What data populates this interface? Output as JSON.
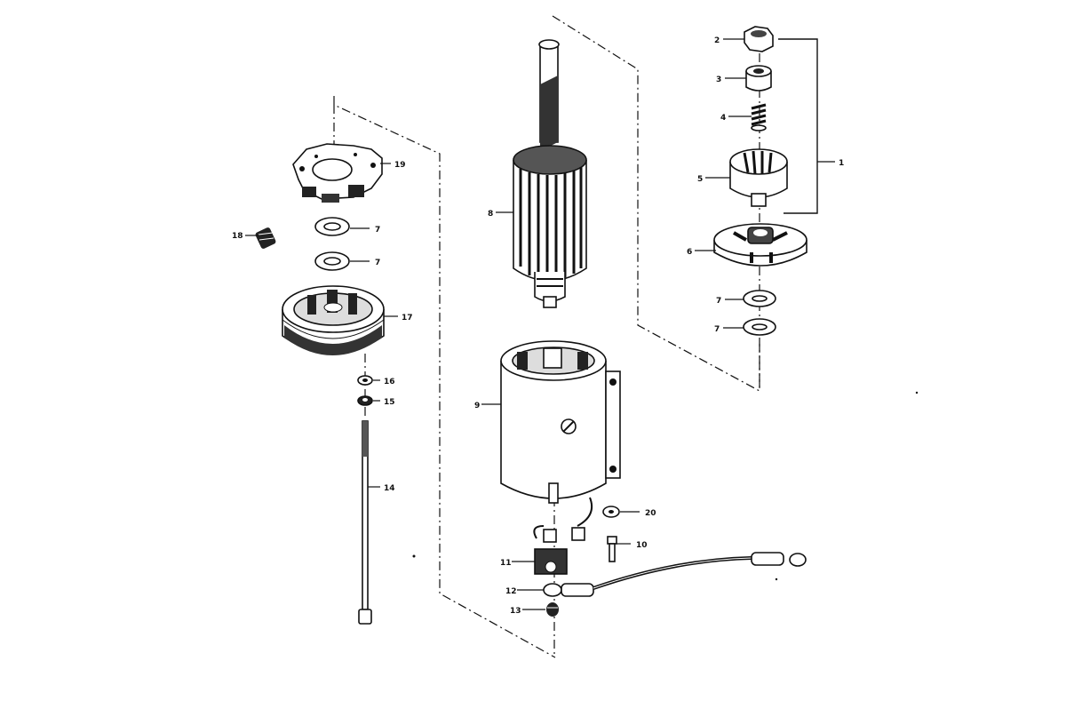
{
  "callouts": {
    "c1": "1",
    "c2": "2",
    "c3": "3",
    "c4": "4",
    "c5": "5",
    "c6": "6",
    "c7a": "7",
    "c7b": "7",
    "c7c": "7",
    "c7d": "7",
    "c8": "8",
    "c9": "9",
    "c10": "10",
    "c11": "11",
    "c12": "12",
    "c13": "13",
    "c14": "14",
    "c15": "15",
    "c16": "16",
    "c17": "17",
    "c18": "18",
    "c19": "19",
    "c20": "20"
  }
}
